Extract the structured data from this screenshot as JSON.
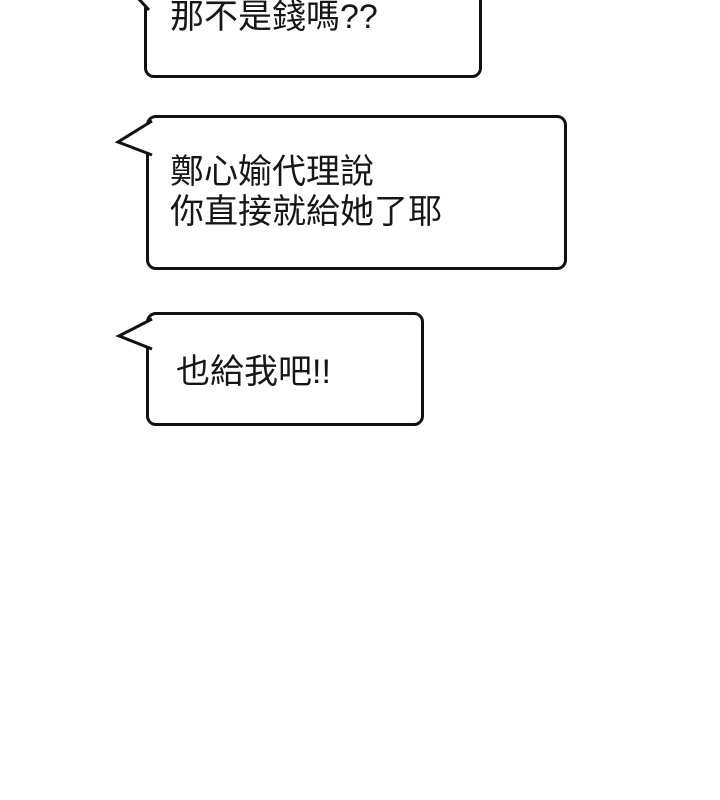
{
  "page": {
    "background_color": "#ffffff",
    "bubble_fill_color": "#ffffff",
    "bubble_border_color": "#111111",
    "text_color": "#161616"
  },
  "bubbles": [
    {
      "id": "bubble-1",
      "position": "top, partially cut off by top edge",
      "tail": "top-left, cut off",
      "lines": [
        "那不是錢嗎??"
      ]
    },
    {
      "id": "bubble-2",
      "position": "middle",
      "tail": "left",
      "lines": [
        "鄭心媮代理說",
        "你直接就給她了耶"
      ]
    },
    {
      "id": "bubble-3",
      "position": "bottom",
      "tail": "left",
      "lines": [
        "也給我吧!!"
      ]
    }
  ]
}
